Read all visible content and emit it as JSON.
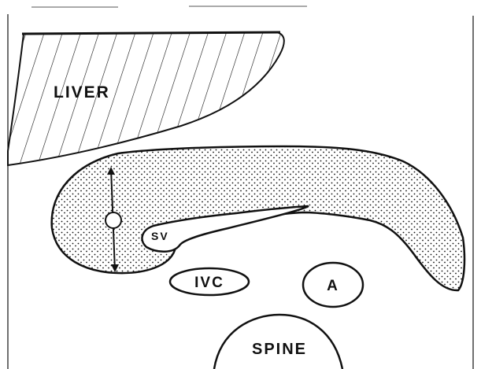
{
  "labels": {
    "liver": "LIVER",
    "sv": "SV",
    "ivc": "IVC",
    "aorta": "A",
    "spine": "SPINE"
  },
  "colors": {
    "stroke": "#111111",
    "background": "#ffffff"
  }
}
